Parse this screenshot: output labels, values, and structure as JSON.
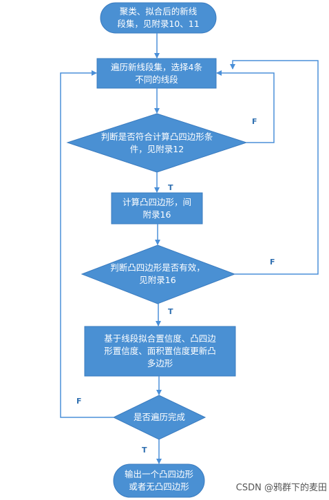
{
  "nodes": {
    "start": "聚类、拟合后的新线\n段集，见附录10、11",
    "traverse": "遍历新线段集，选择4条\n不同的线段",
    "judge_condition": "判断是否符合计算凸四边形条\n件，见附录12",
    "compute": "计算凸四边形，间\n附录16",
    "judge_valid": "判断凸四边形是否有效，\n见附录16",
    "update": "基于线段拟合置信度、凸四边\n形置信度、面积置信度更新凸\n多边形",
    "judge_done": "是否遍历完成",
    "end": "输出一个凸四边形\n或者无凸四边形"
  },
  "edge_labels": {
    "judge_condition_false": "F",
    "judge_condition_true": "T",
    "judge_valid_false": "F",
    "judge_valid_true": "T",
    "judge_done_false": "F",
    "judge_done_true": "T"
  },
  "colors": {
    "node_fill": "#4a90d3",
    "node_stroke": "#3a7bbf",
    "edge": "#4a8fd8",
    "label": "#2f6fb0"
  },
  "watermark": "CSDN @鸦群下的麦田"
}
